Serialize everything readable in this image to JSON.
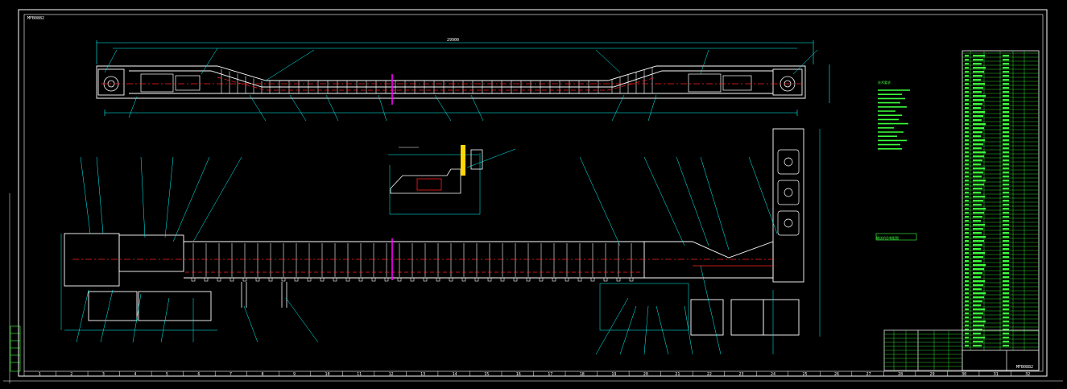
{
  "drawing": {
    "corner_tag": "MFB0882",
    "note_heading": "技术要求",
    "mid_label": "输送机总装配图",
    "top_length_dim": "29900",
    "border_numbers": [
      "1",
      "2",
      "3",
      "4",
      "5",
      "6",
      "7",
      "8",
      "9",
      "10",
      "11",
      "12",
      "13",
      "14",
      "15",
      "16",
      "17",
      "18",
      "19",
      "20",
      "21",
      "22",
      "23",
      "24",
      "25",
      "26",
      "27",
      "28",
      "29",
      "30",
      "31",
      "32"
    ],
    "title_block_code": "MFB0882",
    "colors": {
      "background": "#000000",
      "frame": "#ffffff",
      "dimension": "#00ffff",
      "centerline": "#ff2020",
      "notes": "#3cff3c",
      "accent": "#ff00ff",
      "highlight": "#ffd700"
    }
  }
}
